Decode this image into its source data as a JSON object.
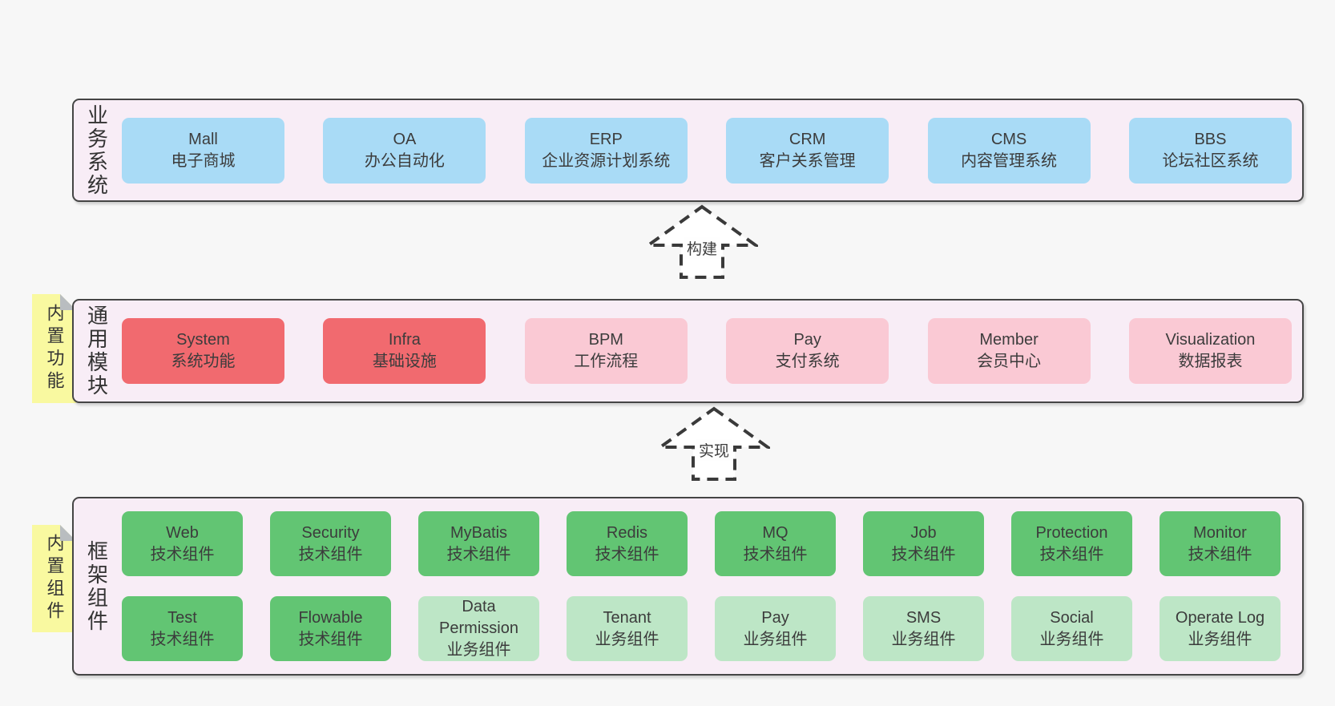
{
  "colors": {
    "blue": "#a9dbf6",
    "red": "#f16a6f",
    "pink": "#fac9d4",
    "green": "#62c573",
    "lightgreen": "#bde6c6",
    "yellow": "#f9f9a0",
    "fold_gray": "#b9bdc0",
    "panel_bg": "#f8edf6",
    "panel_border": "#454545",
    "page_bg": "#f7f7f7",
    "arrow_stroke": "#3a3a3a",
    "text": "#3c3c3c"
  },
  "tabs": [
    {
      "label": "内置功能"
    },
    {
      "label": "内置组件"
    }
  ],
  "arrows": [
    {
      "label": "构建"
    },
    {
      "label": "实现"
    }
  ],
  "sections": [
    {
      "label": "业务系统",
      "rows": [
        [
          {
            "en": "Mall",
            "zh": "电子商城",
            "type": "blue"
          },
          {
            "en": "OA",
            "zh": "办公自动化",
            "type": "blue"
          },
          {
            "en": "ERP",
            "zh": "企业资源计划系统",
            "type": "blue"
          },
          {
            "en": "CRM",
            "zh": "客户关系管理",
            "type": "blue"
          },
          {
            "en": "CMS",
            "zh": "内容管理系统",
            "type": "blue"
          },
          {
            "en": "BBS",
            "zh": "论坛社区系统",
            "type": "blue"
          }
        ]
      ]
    },
    {
      "label": "通用模块",
      "rows": [
        [
          {
            "en": "System",
            "zh": "系统功能",
            "type": "red"
          },
          {
            "en": "Infra",
            "zh": "基础设施",
            "type": "red"
          },
          {
            "en": "BPM",
            "zh": "工作流程",
            "type": "pink"
          },
          {
            "en": "Pay",
            "zh": "支付系统",
            "type": "pink"
          },
          {
            "en": "Member",
            "zh": "会员中心",
            "type": "pink"
          },
          {
            "en": "Visualization",
            "zh": "数据报表",
            "type": "pink"
          }
        ]
      ]
    },
    {
      "label": "框架组件",
      "rows": [
        [
          {
            "en": "Web",
            "zh": "技术组件",
            "type": "green"
          },
          {
            "en": "Security",
            "zh": "技术组件",
            "type": "green"
          },
          {
            "en": "MyBatis",
            "zh": "技术组件",
            "type": "green"
          },
          {
            "en": "Redis",
            "zh": "技术组件",
            "type": "green"
          },
          {
            "en": "MQ",
            "zh": "技术组件",
            "type": "green"
          },
          {
            "en": "Job",
            "zh": "技术组件",
            "type": "green"
          },
          {
            "en": "Protection",
            "zh": "技术组件",
            "type": "green"
          },
          {
            "en": "Monitor",
            "zh": "技术组件",
            "type": "green"
          }
        ],
        [
          {
            "en": "Test",
            "zh": "技术组件",
            "type": "green"
          },
          {
            "en": "Flowable",
            "zh": "技术组件",
            "type": "green"
          },
          {
            "en": "Data Permission",
            "zh": "业务组件",
            "type": "lightgreen"
          },
          {
            "en": "Tenant",
            "zh": "业务组件",
            "type": "lightgreen"
          },
          {
            "en": "Pay",
            "zh": "业务组件",
            "type": "lightgreen"
          },
          {
            "en": "SMS",
            "zh": "业务组件",
            "type": "lightgreen"
          },
          {
            "en": "Social",
            "zh": "业务组件",
            "type": "lightgreen"
          },
          {
            "en": "Operate Log",
            "zh": "业务组件",
            "type": "lightgreen"
          }
        ]
      ]
    }
  ]
}
